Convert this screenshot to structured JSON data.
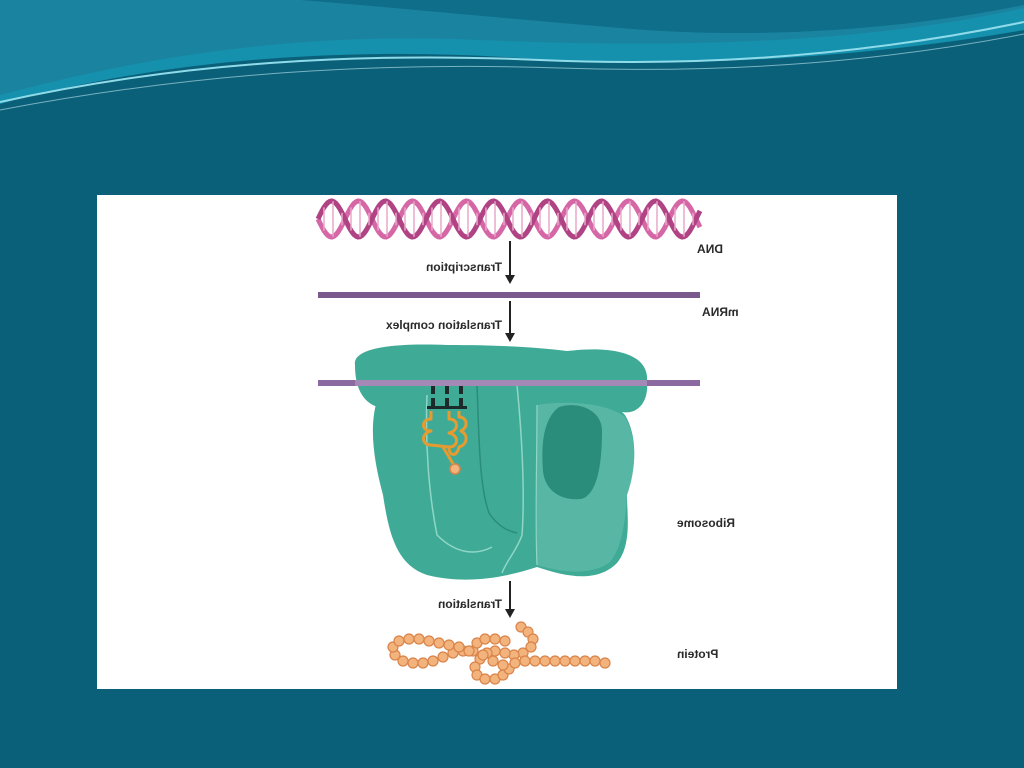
{
  "slide": {
    "background_color": "#0b6079",
    "wave_colors": [
      "#1a7c97",
      "#1591ad",
      "#7fd3e3",
      "#cfeef5"
    ]
  },
  "diagram": {
    "labels": {
      "dna": "DNA",
      "transcription": "Transcription",
      "mrna": "mRNA",
      "translation_complex": "Translation complex",
      "ribosome": "Ribosome",
      "translation": "Translation",
      "protein": "Protein"
    },
    "text_mirrored": true,
    "colors": {
      "dna_strand": "#d667a6",
      "dna_strand_dark": "#b04384",
      "mrna": "#7a5a8c",
      "ribosome": "#3fab97",
      "ribosome_dark": "#2a8c7a",
      "ribosome_light": "#78c9b8",
      "trna": "#e59b2f",
      "codon_bars": "#1c2a2a",
      "protein_bead": "#f2b37d",
      "protein_bead_edge": "#d9844a",
      "arrow": "#222222"
    }
  }
}
